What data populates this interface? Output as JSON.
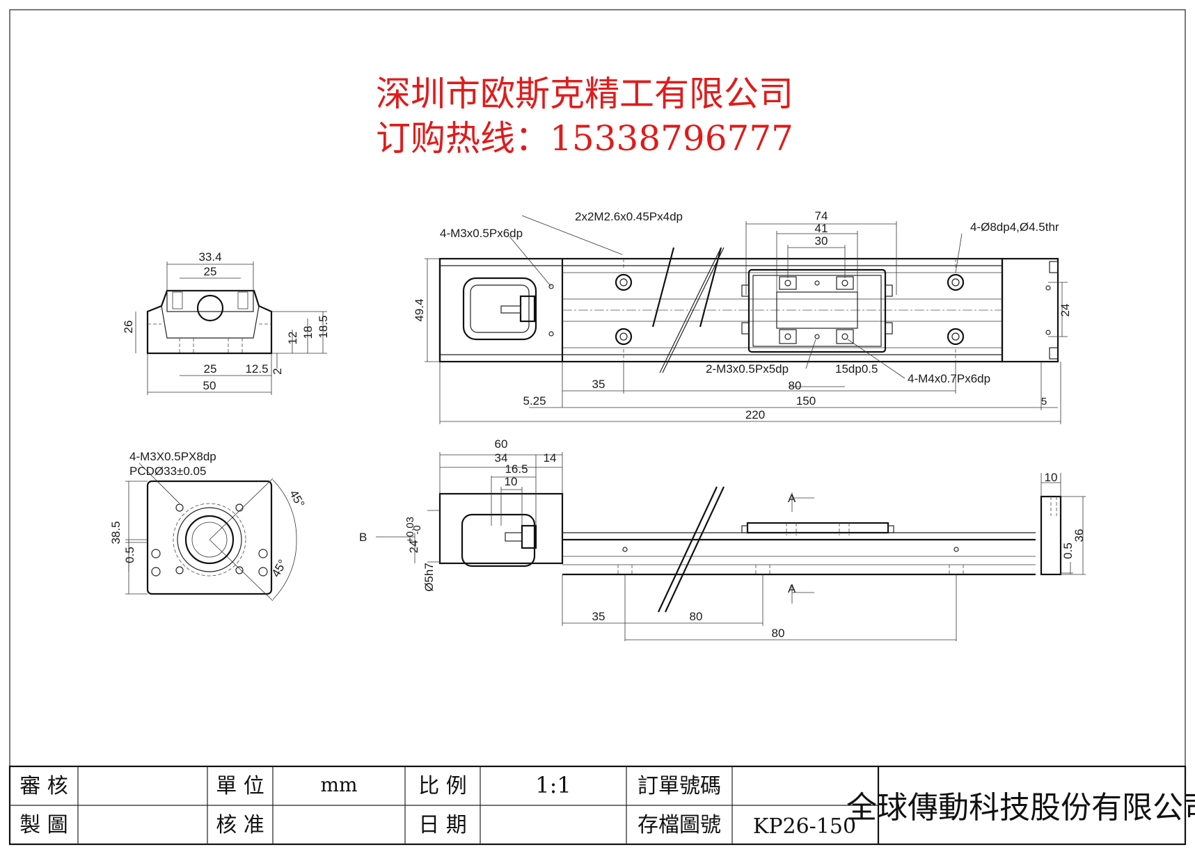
{
  "header": {
    "company": "深圳市欧斯克精工有限公司",
    "hotline": "订购热线：15338796777"
  },
  "top_view": {
    "hole_note_1": "2x2M2.6x0.45Px4dp",
    "hole_note_2": "4-M3x0.5Px6dp",
    "hole_note_3": "4-Ø8dp4,Ø4.5thr",
    "dim_74": "74",
    "dim_41": "41",
    "dim_30": "30",
    "dim_49_4": "49.4",
    "dim_24": "24",
    "slider_note_1": "2-M3x0.5Px5dp",
    "slider_note_2": "15dp0.5",
    "slider_note_3": "4-M4x0.7Px6dp",
    "dim_80": "80",
    "dim_35": "35",
    "dim_5_25": "5.25",
    "dim_150": "150",
    "dim_5": "5",
    "dim_220": "220"
  },
  "end_view": {
    "dim_33_4": "33.4",
    "dim_25_top": "25",
    "dim_26": "26",
    "dim_12": "12",
    "dim_18": "18",
    "dim_18_5": "18.5",
    "dim_25_bottom": "25",
    "dim_12_5": "12.5",
    "dim_2": "2",
    "dim_50": "50"
  },
  "motor_flange_view": {
    "note_1": "4-M3X0.5PX8dp",
    "note_2": "PCDØ33±0.05",
    "dim_38_5": "38.5",
    "dim_0_5": "0.5",
    "angle_1": "45°",
    "angle_2": "45°"
  },
  "side_view": {
    "dim_60": "60",
    "dim_34": "34",
    "dim_14": "14",
    "dim_16_5": "16.5",
    "dim_10": "10",
    "label_b": "B",
    "dim_24_tol": "24",
    "tol_upper": "+0.03",
    "tol_lower": "-0",
    "dim_5h7": "Ø5h7",
    "label_a_top": "A",
    "label_a_bottom": "A",
    "dim_10_right": "10",
    "dim_0_5_right": "0.5",
    "dim_36": "36",
    "dim_35": "35",
    "dim_80_a": "80",
    "dim_80_b": "80"
  },
  "title_block": {
    "review_label": "審 核",
    "draw_label": "製 圖",
    "unit_label": "單 位",
    "unit_value": "mm",
    "approve_label": "核 准",
    "scale_label": "比 例",
    "scale_value": "1:1",
    "date_label": "日 期",
    "order_label": "訂單號碼",
    "file_label": "存檔圖號",
    "file_value": "KP26-150",
    "company": "全球傳動科技股份有限公司"
  },
  "colors": {
    "header_red": "#e01b1b",
    "line": "#222222"
  }
}
